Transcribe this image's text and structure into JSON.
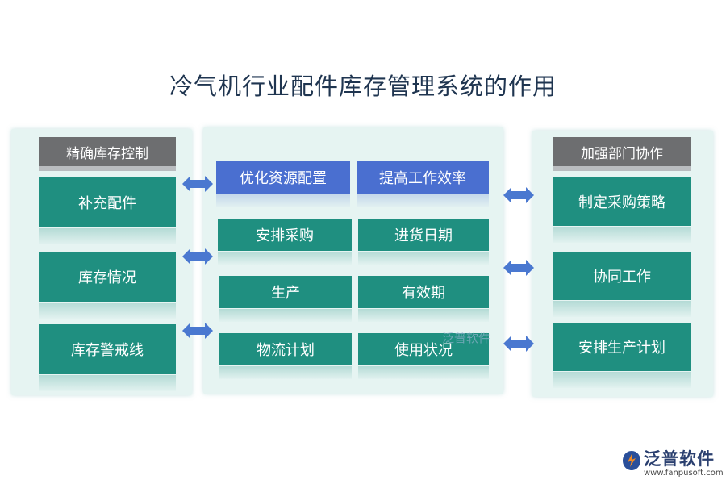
{
  "title": "冷气机行业配件库存管理系统的作用",
  "left": {
    "header": "精确库存控制",
    "items": [
      "补充配件",
      "库存情况",
      "库存警戒线"
    ]
  },
  "middle": {
    "top_row": [
      "优化资源配置",
      "提高工作效率"
    ],
    "rows": [
      [
        "安排采购",
        "进货日期"
      ],
      [
        "生产",
        "有效期"
      ],
      [
        "物流计划",
        "使用状况"
      ]
    ]
  },
  "right": {
    "header": "加强部门协作",
    "items": [
      "制定采购策略",
      "协同工作",
      "安排生产计划"
    ]
  },
  "watermark_center": "泛普软件",
  "brand": {
    "name": "泛普软件",
    "url": "www.fanpusoft.com"
  },
  "colors": {
    "teal": "#1f8f80",
    "blue": "#4a6fd0",
    "header_gray": "#6d6e70",
    "arrow_blue": "#4a78d0",
    "panel_bg": "#e6f4f2"
  }
}
